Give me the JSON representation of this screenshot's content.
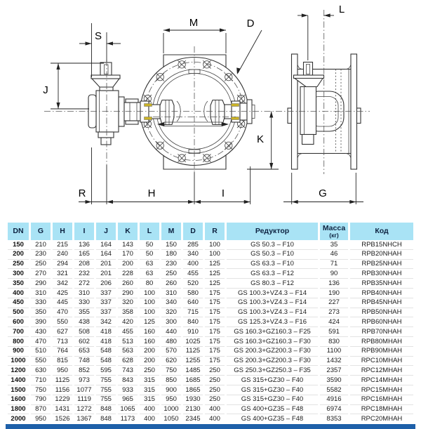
{
  "diagram": {
    "labels": {
      "S": "S",
      "J": "J",
      "M": "M",
      "D": "D",
      "L": "L",
      "K": "K",
      "R": "R",
      "H": "H",
      "I": "I",
      "G": "G"
    }
  },
  "colors": {
    "header_bg": "#a9e3f5",
    "header_text": "#0d2240",
    "bottom_bar": "#1e60a9",
    "seal": "#c9b227"
  },
  "table": {
    "headers": [
      "DN",
      "G",
      "H",
      "I",
      "J",
      "K",
      "L",
      "M",
      "D",
      "R",
      "Редуктор",
      "Масса (кг)",
      "Код"
    ],
    "rows": [
      [
        "150",
        "210",
        "215",
        "136",
        "164",
        "143",
        "50",
        "150",
        "285",
        "100",
        "GS 50.3 – F10",
        "35",
        "RPB15NHCH"
      ],
      [
        "200",
        "230",
        "240",
        "165",
        "164",
        "170",
        "50",
        "180",
        "340",
        "100",
        "GS 50.3 – F10",
        "46",
        "RPB20NHAH"
      ],
      [
        "250",
        "250",
        "294",
        "208",
        "201",
        "200",
        "63",
        "230",
        "400",
        "125",
        "GS 63.3 – F10",
        "71",
        "RPB25NHAH"
      ],
      [
        "300",
        "270",
        "321",
        "232",
        "201",
        "228",
        "63",
        "250",
        "455",
        "125",
        "GS 63.3 – F12",
        "90",
        "RPB30NHAH"
      ],
      [
        "350",
        "290",
        "342",
        "272",
        "206",
        "260",
        "80",
        "260",
        "520",
        "125",
        "GS 80.3 – F12",
        "136",
        "RPB35NHAH"
      ],
      [
        "400",
        "310",
        "425",
        "310",
        "337",
        "290",
        "100",
        "310",
        "580",
        "175",
        "GS 100.3+VZ4.3 – F14",
        "190",
        "RPB40NHAH"
      ],
      [
        "450",
        "330",
        "445",
        "330",
        "337",
        "320",
        "100",
        "340",
        "640",
        "175",
        "GS 100.3+VZ4.3 – F14",
        "227",
        "RPB45NHAH"
      ],
      [
        "500",
        "350",
        "470",
        "355",
        "337",
        "358",
        "100",
        "320",
        "715",
        "175",
        "GS 100.3+VZ4.3 – F14",
        "273",
        "RPB50NHAH"
      ],
      [
        "600",
        "390",
        "550",
        "438",
        "342",
        "420",
        "125",
        "300",
        "840",
        "175",
        "GS 125.3+VZ4.3 – F16",
        "424",
        "RPB60NHAH"
      ],
      [
        "700",
        "430",
        "627",
        "508",
        "418",
        "455",
        "160",
        "440",
        "910",
        "175",
        "GS 160.3+GZ160.3 – F25",
        "591",
        "RPB70NHAH"
      ],
      [
        "800",
        "470",
        "713",
        "602",
        "418",
        "513",
        "160",
        "480",
        "1025",
        "175",
        "GS 160.3+GZ160.3 – F30",
        "830",
        "RPB80MHAH"
      ],
      [
        "900",
        "510",
        "764",
        "653",
        "548",
        "563",
        "200",
        "570",
        "1125",
        "175",
        "GS 200.3+GZ200.3 – F30",
        "1100",
        "RPB90MHAH"
      ],
      [
        "1000",
        "550",
        "815",
        "748",
        "548",
        "628",
        "200",
        "620",
        "1255",
        "175",
        "GS 200.3+GZ200.3 – F30",
        "1432",
        "RPC10MHAH"
      ],
      [
        "1200",
        "630",
        "950",
        "852",
        "595",
        "743",
        "250",
        "750",
        "1485",
        "250",
        "GS 250.3+GZ250.3 – F35",
        "2357",
        "RPC12MHAH"
      ],
      [
        "1400",
        "710",
        "1125",
        "973",
        "755",
        "843",
        "315",
        "850",
        "1685",
        "250",
        "GS 315+GZ30 – F40",
        "3590",
        "RPC14MHAH"
      ],
      [
        "1500",
        "750",
        "1156",
        "1077",
        "755",
        "933",
        "315",
        "900",
        "1865",
        "250",
        "GS 315+GZ30 – F40",
        "5582",
        "RPC15MHAH"
      ],
      [
        "1600",
        "790",
        "1229",
        "1119",
        "755",
        "965",
        "315",
        "950",
        "1930",
        "250",
        "GS 315+GZ30 – F40",
        "4916",
        "RPC16MHAH"
      ],
      [
        "1800",
        "870",
        "1431",
        "1272",
        "848",
        "1065",
        "400",
        "1000",
        "2130",
        "400",
        "GS 400+GZ35 – F48",
        "6974",
        "RPC18MHAH"
      ],
      [
        "2000",
        "950",
        "1526",
        "1367",
        "848",
        "1173",
        "400",
        "1050",
        "2345",
        "400",
        "GS 400+GZ35 – F48",
        "8353",
        "RPC20MHAH"
      ]
    ]
  }
}
